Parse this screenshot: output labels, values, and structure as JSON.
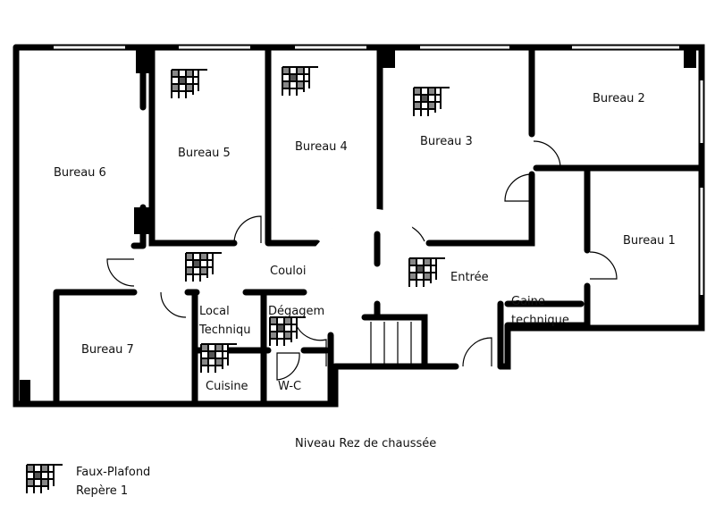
{
  "title": "Niveau Rez de chaussée",
  "rooms": {
    "bureau6": "Bureau 6",
    "bureau5": "Bureau 5",
    "bureau4": "Bureau 4",
    "bureau3": "Bureau 3",
    "bureau2": "Bureau 2",
    "bureau1": "Bureau 1",
    "bureau7": "Bureau 7",
    "couloir": "Couloi",
    "entree": "Entrée",
    "local_l1": "Local",
    "local_l2": "Techniqu",
    "degagement": "Dégagem",
    "cuisine": "Cuisine",
    "wc": "W-C",
    "gaine_l1": "Gaine",
    "gaine_l2": "technique"
  },
  "legend": {
    "icon": "faux-plafond-hatch-icon",
    "line1": "Faux-Plafond",
    "line2": "Repère 1"
  }
}
